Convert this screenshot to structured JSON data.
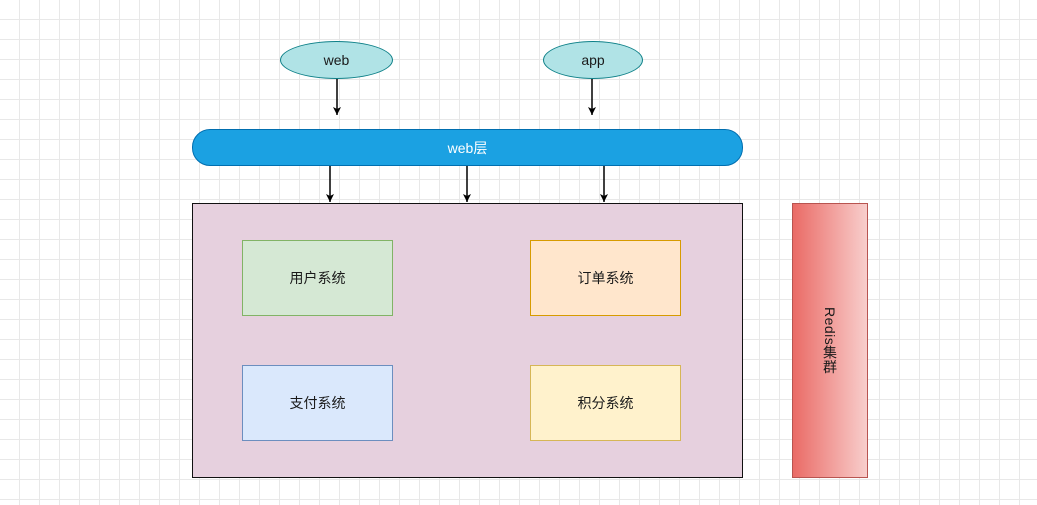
{
  "clients": {
    "web_label": "web",
    "app_label": "app"
  },
  "layer": {
    "label": "web层"
  },
  "services": {
    "user_label": "用户系统",
    "order_label": "订单系统",
    "payment_label": "支付系统",
    "points_label": "积分系统"
  },
  "cache": {
    "label": "Redis集群"
  },
  "colors": {
    "client_fill": "#b0e3e6",
    "client_stroke": "#0e8088",
    "layer_fill": "#1ba1e2",
    "container_fill": "#e6d0de",
    "user_fill": "#d5e8d4",
    "user_stroke": "#82b366",
    "order_fill": "#ffe6cc",
    "order_stroke": "#d79b00",
    "payment_fill": "#dae8fc",
    "payment_stroke": "#6c8ebf",
    "points_fill": "#fff2cc",
    "points_stroke": "#d6b656",
    "redis_stroke": "#b85450"
  }
}
